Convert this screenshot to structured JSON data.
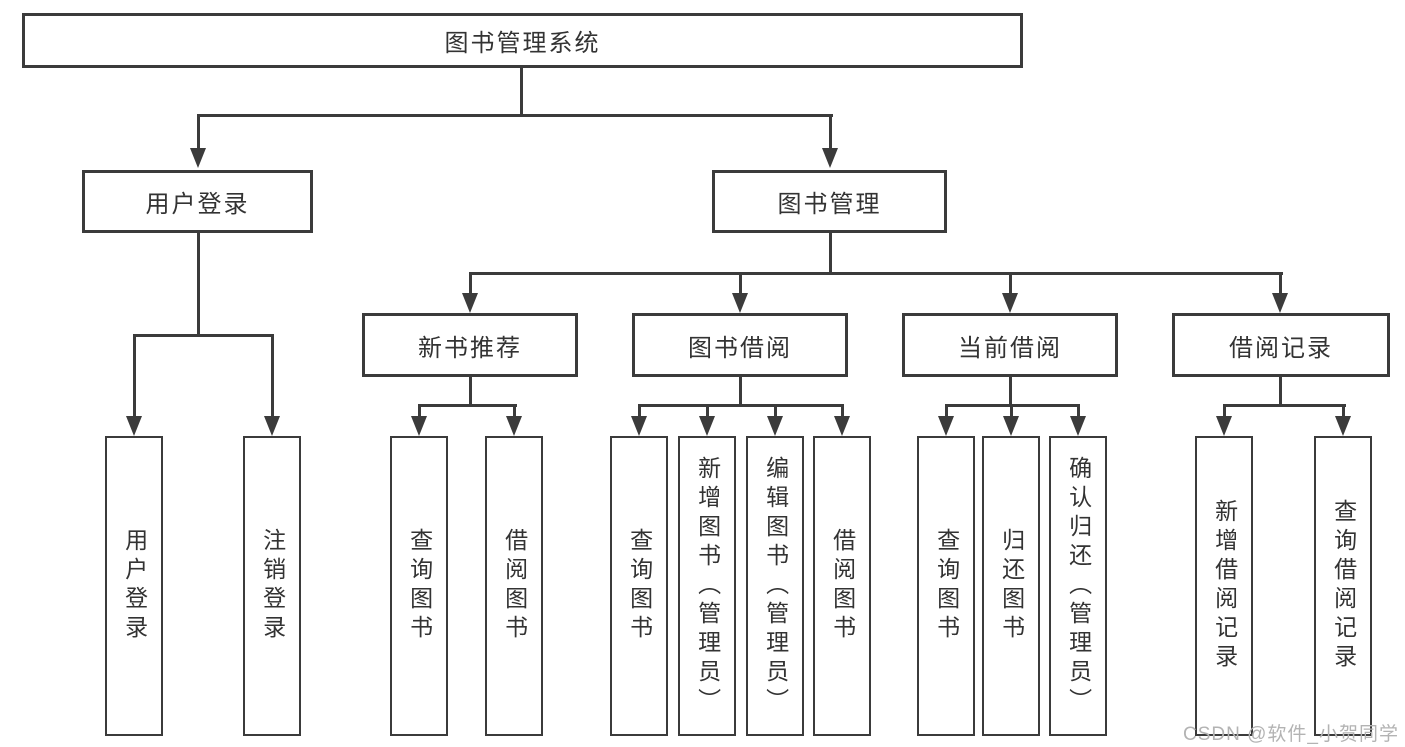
{
  "diagram": {
    "root": {
      "label": "图书管理系统"
    },
    "branches": [
      {
        "label": "用户登录"
      },
      {
        "label": "图书管理"
      }
    ],
    "sections": [
      {
        "label": "新书推荐"
      },
      {
        "label": "图书借阅"
      },
      {
        "label": "当前借阅"
      },
      {
        "label": "借阅记录"
      }
    ],
    "leaves": [
      {
        "label": "用户登录"
      },
      {
        "label": "注销登录"
      },
      {
        "label": "查询图书"
      },
      {
        "label": "借阅图书"
      },
      {
        "label": "查询图书"
      },
      {
        "label": "新增图书（管理员）"
      },
      {
        "label": "编辑图书（管理员）"
      },
      {
        "label": "借阅图书"
      },
      {
        "label": "查询图书"
      },
      {
        "label": "归还图书"
      },
      {
        "label": "确认归还（管理员）"
      },
      {
        "label": "新增借阅记录"
      },
      {
        "label": "查询借阅记录"
      }
    ]
  },
  "watermark": "CSDN @软件_小贺同学",
  "colors": {
    "line": "#3b3b3b",
    "text": "#333333",
    "background": "#ffffff",
    "watermark": "#b3b3b3"
  }
}
